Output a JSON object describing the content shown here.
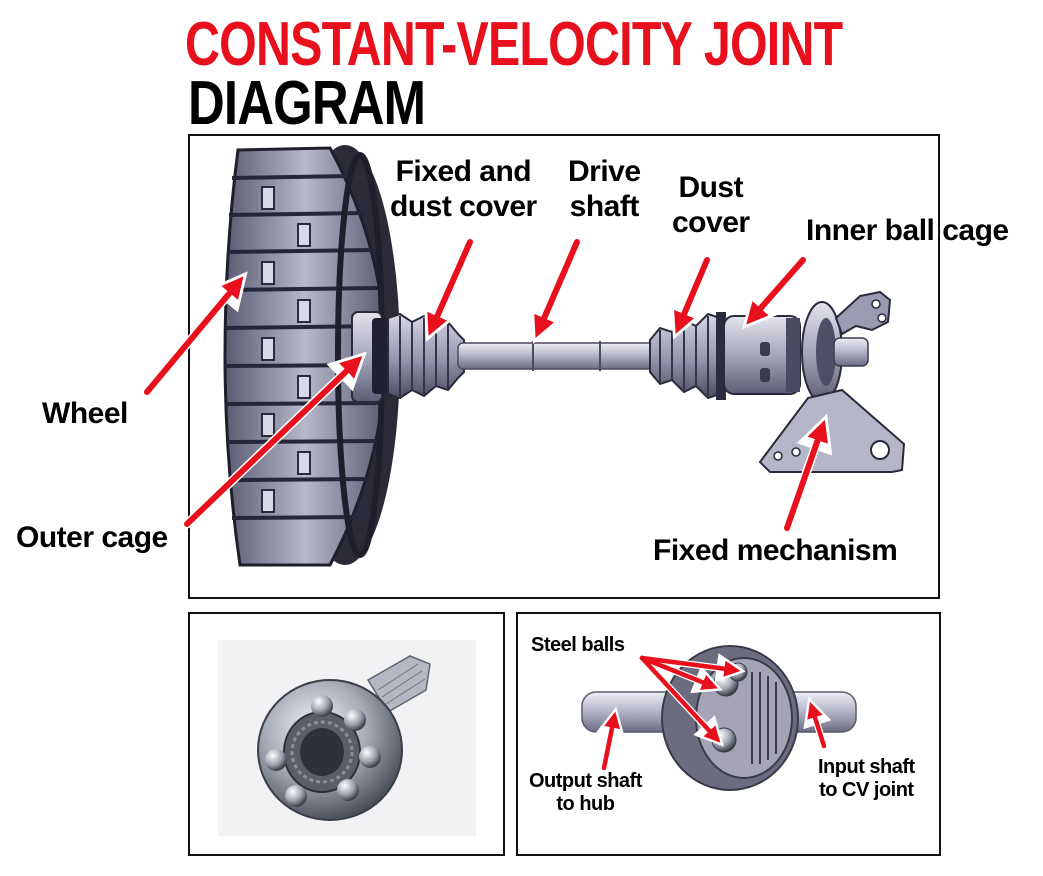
{
  "title": {
    "line1": "CONSTANT-VELOCITY JOINT",
    "line2": "DIAGRAM"
  },
  "labels": {
    "fixed_dust_cover": [
      "Fixed and",
      "dust cover"
    ],
    "drive_shaft": [
      "Drive",
      "shaft"
    ],
    "dust_cover": [
      "Dust",
      "cover"
    ],
    "inner_ball_cage": "Inner ball cage",
    "wheel": "Wheel",
    "outer_cage": "Outer cage",
    "fixed_mechanism": "Fixed mechanism",
    "steel_balls": "Steel balls",
    "output_shaft": [
      "Output shaft",
      "to hub"
    ],
    "input_shaft": [
      "Input shaft",
      "to CV joint"
    ]
  },
  "colors": {
    "title_accent": "#e8101c",
    "arrow": "#e8101c",
    "arrow_outline": "#ffffff",
    "metal_light": "#d4d4e2",
    "metal_mid": "#9898b0",
    "metal_dark": "#46465c"
  }
}
